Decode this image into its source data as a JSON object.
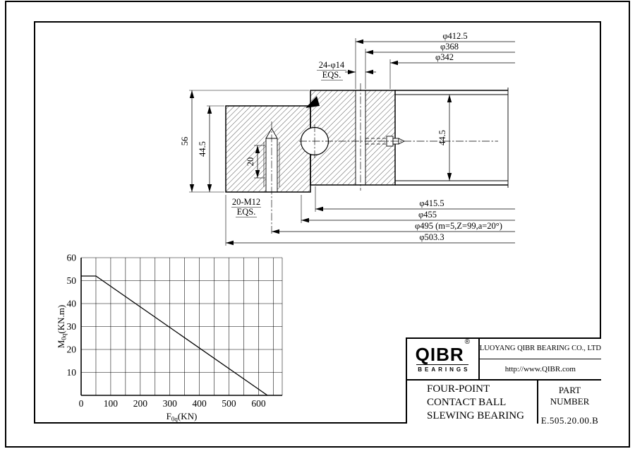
{
  "drawing": {
    "dims": {
      "outer_dia_1": "φ412.5",
      "outer_dia_2": "φ368",
      "outer_dia_3": "φ342",
      "bolt_holes_outer": "24-φ14",
      "bolt_holes_outer_eqs": "EQS.",
      "total_height": "56",
      "inner_ring_height": "44.5",
      "thread_depth": "20",
      "outer_ring_height": "44.5",
      "bolt_holes_inner": "20-M12",
      "bolt_holes_inner_eqs": "EQS.",
      "inner_dia_1": "φ415.5",
      "inner_dia_2": "φ455",
      "gear_dia": "φ495  (m=5,Z=99,a=20°)",
      "inner_dia_3": "φ503.3"
    }
  },
  "chart_data": {
    "type": "line",
    "title": "",
    "xlabel": "F0q(KN)",
    "ylabel": "M0q(KN.m)",
    "xlim": [
      0,
      680
    ],
    "ylim": [
      0,
      60
    ],
    "x_ticks": [
      0,
      100,
      200,
      300,
      400,
      500,
      600
    ],
    "y_ticks": [
      10,
      20,
      30,
      40,
      50,
      60
    ],
    "x_grid_step": 50,
    "y_grid_step": 10,
    "grid": true,
    "legend_position": "none",
    "series": [
      {
        "points": [
          [
            0,
            52
          ],
          [
            50,
            52
          ],
          [
            630,
            0
          ]
        ]
      }
    ]
  },
  "title_block": {
    "logo": {
      "name": "QIBR",
      "sub": "BEARINGS",
      "registered": "®"
    },
    "company": "LUOYANG QIBR BEARING CO., LTD",
    "website": "http://www.QIBR.com",
    "product": [
      "FOUR-POINT",
      "CONTACT BALL",
      "SLEWING BEARING"
    ],
    "part_number_label": "PART NUMBER",
    "part_number": "E.505.20.00.B"
  }
}
